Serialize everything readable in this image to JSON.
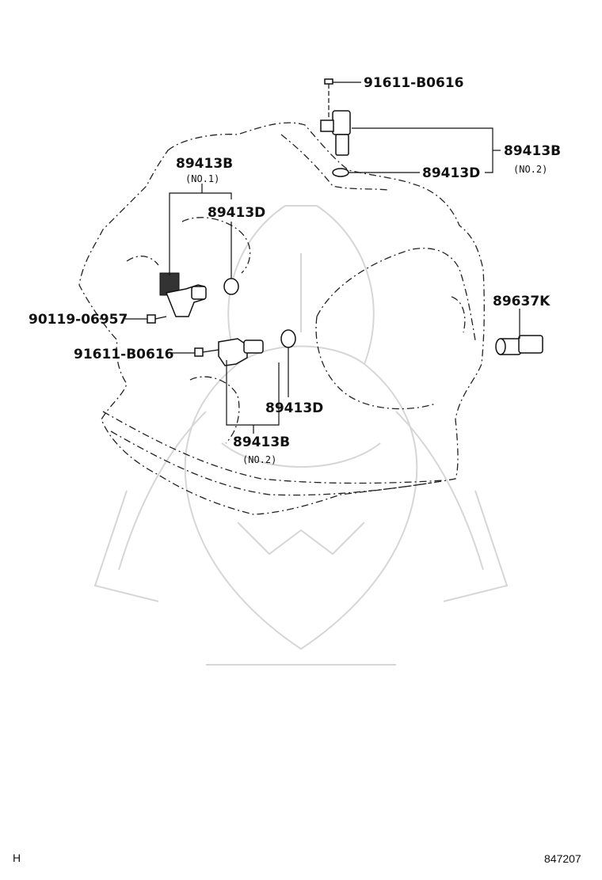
{
  "labels": {
    "top_bolt": "91611-B0616",
    "top_sensor": "89413B",
    "top_sensor_sub": "(NO.2)",
    "top_oring": "89413D",
    "left_sensor": "89413B",
    "left_sensor_sub": "(NO.1)",
    "left_oring": "89413D",
    "left_bolt": "90119-06957",
    "mid_bolt": "91611-B0616",
    "mid_oring": "89413D",
    "mid_sensor": "89413B",
    "mid_sensor_sub": "(NO.2)",
    "right_switch": "89637K"
  },
  "footer": {
    "left_mark": "H",
    "diagram_id": "847207"
  }
}
